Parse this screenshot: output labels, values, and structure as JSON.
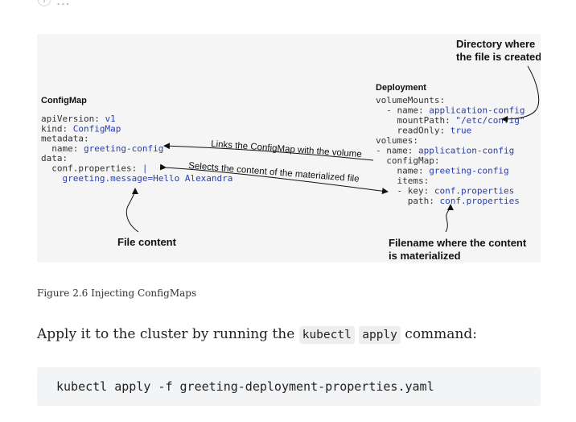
{
  "heading_partial": "ⓘ ...",
  "figure": {
    "configmap": {
      "title": "ConfigMap",
      "lines": [
        {
          "k": "apiVersion: ",
          "v": "v1"
        },
        {
          "k": "kind: ",
          "v": "ConfigMap"
        },
        {
          "k": "metadata:",
          "v": ""
        },
        {
          "k": "  name: ",
          "v": "greeting-config"
        },
        {
          "k": "data:",
          "v": ""
        },
        {
          "k": "  conf.properties: ",
          "v": "|"
        },
        {
          "k": "    ",
          "v": "greeting.message=Hello Alexandra"
        }
      ]
    },
    "deployment": {
      "title": "Deployment",
      "lines": [
        {
          "k": "volumeMounts:",
          "v": ""
        },
        {
          "k": "  - name: ",
          "v": "application-config"
        },
        {
          "k": "    mountPath: ",
          "v": "\"/etc/config\""
        },
        {
          "k": "    readOnly: ",
          "v": "true"
        },
        {
          "k": "volumes:",
          "v": ""
        },
        {
          "k": "- name: ",
          "v": "application-config"
        },
        {
          "k": "  configMap:",
          "v": ""
        },
        {
          "k": "    name: ",
          "v": "greeting-config"
        },
        {
          "k": "    items:",
          "v": ""
        },
        {
          "k": "    - key: ",
          "v": "conf.properties"
        },
        {
          "k": "      path: ",
          "v": "conf.properties"
        }
      ]
    },
    "callouts": {
      "directory_line1": "Directory where",
      "directory_line2": "the file is created",
      "file_content": "File content",
      "filename_line1": "Filename where the content",
      "filename_line2": "is materialized"
    },
    "arrows": {
      "links": "Links the ConfigMap with the volume",
      "selects": "Selects the content of the materialized file"
    }
  },
  "caption": "Figure 2.6 Injecting ConfigMaps",
  "paragraph": {
    "before": "Apply it to the cluster by running the ",
    "code1": "kubectl",
    "code2": "apply",
    "after": " command:"
  },
  "codeblock": "kubectl apply -f greeting-deployment-properties.yaml"
}
